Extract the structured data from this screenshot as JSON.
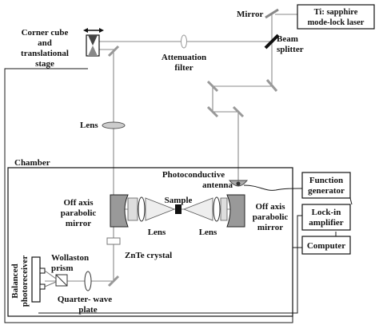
{
  "labels": {
    "laser": [
      "Ti: sapphire",
      "mode-lock laser"
    ],
    "mirror": "Mirror",
    "beam_splitter": [
      "Beam",
      "splitter"
    ],
    "corner_cube": [
      "Corner cube",
      "and",
      "translational",
      "stage"
    ],
    "attenuation_filter": [
      "Attenuation",
      "filter"
    ],
    "lens_top": "Lens",
    "chamber": "Chamber",
    "photoconductive_antenna": [
      "Photoconductive",
      "antenna"
    ],
    "function_generator": [
      "Function",
      "generator"
    ],
    "off_axis_left": [
      "Off axis",
      "parabolic",
      "mirror"
    ],
    "off_axis_right": [
      "Off axis",
      "parabolic",
      "mirror"
    ],
    "sample": "Sample",
    "lens_left": "Lens",
    "lens_right": "Lens",
    "lockin": [
      "Lock-in",
      "amplifier"
    ],
    "computer": "Computer",
    "znte": "ZnTe crystal",
    "wollaston": [
      "Wollaston",
      "prism"
    ],
    "balanced_photoreceiver": [
      "Balanced",
      "photoreceiver"
    ],
    "quarter_wave": [
      "Quarter- wave",
      "plate"
    ]
  }
}
